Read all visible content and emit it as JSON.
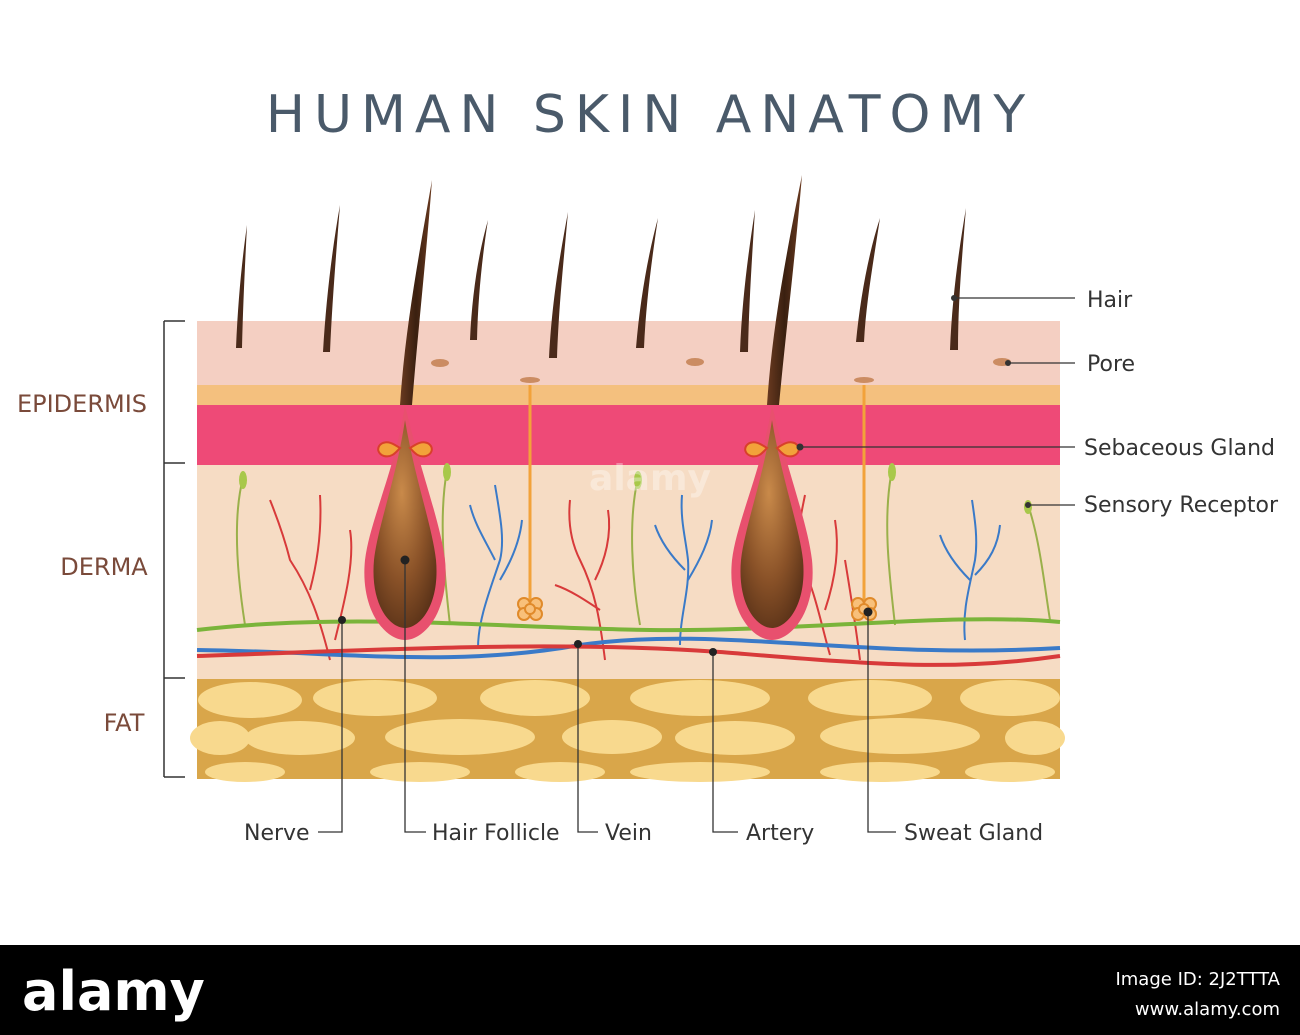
{
  "title": "HUMAN SKIN ANATOMY",
  "layers": {
    "epidermis": "EPIDERMIS",
    "derma": "DERMA",
    "fat": "FAT"
  },
  "callouts_right": {
    "hair": "Hair",
    "pore": "Pore",
    "sebaceous_gland": "Sebaceous Gland",
    "sensory_receptor": "Sensory Receptor"
  },
  "callouts_bottom": {
    "nerve": "Nerve",
    "hair_follicle": "Hair Follicle",
    "vein": "Vein",
    "artery": "Artery",
    "sweat_gland": "Sweat Gland"
  },
  "watermark": {
    "brand": "alamy",
    "image_id": "Image ID: 2J2TTTA",
    "site": "www.alamy.com"
  },
  "colors": {
    "title": "#4a5a6a",
    "layer_label": "#7a4a3a",
    "epidermis_top": "#f4cfc2",
    "epidermis_orange": "#f4c07e",
    "epidermis_pink": "#ee4a77",
    "derma": "#f6dcc4",
    "fat_bg": "#d9a64a",
    "fat_cell": "#f8d98e",
    "hair": "#4a2a1a",
    "follicle_rim": "#e8506e",
    "vein": "#3a7ac8",
    "artery": "#d83a3a",
    "nerve": "#7ab43a",
    "sweat_duct": "#f2a23a",
    "footer_bg": "#000000"
  }
}
